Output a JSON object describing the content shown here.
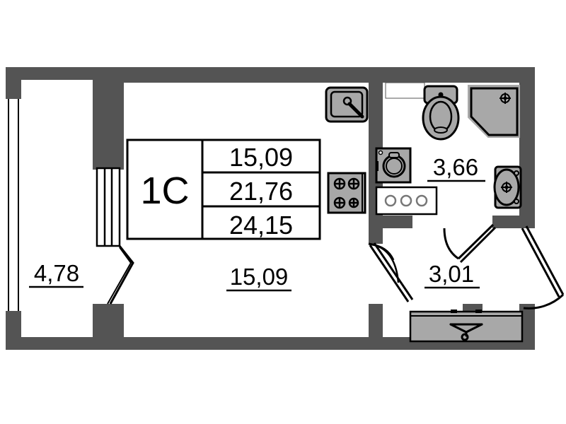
{
  "plan": {
    "apartment_type": "1C",
    "summary_table": {
      "rows": [
        {
          "value": "15,09"
        },
        {
          "value": "21,76"
        },
        {
          "value": "24,15"
        }
      ]
    },
    "rooms": [
      {
        "name": "balcony",
        "area_label": "4,78"
      },
      {
        "name": "living-room",
        "area_label": "15,09"
      },
      {
        "name": "bathroom",
        "area_label": "3,66"
      },
      {
        "name": "hallway",
        "area_label": "3,01"
      }
    ],
    "fixtures": [
      {
        "name": "kitchen-sink-icon"
      },
      {
        "name": "cooktop-icon"
      },
      {
        "name": "washing-machine-icon"
      },
      {
        "name": "kitchen-counter-icon"
      },
      {
        "name": "toilet-icon"
      },
      {
        "name": "shower-cabin-icon"
      },
      {
        "name": "washbasin-icon"
      },
      {
        "name": "wardrobe-icon"
      },
      {
        "name": "clothes-hanger-icon"
      },
      {
        "name": "wall-niche-icon"
      }
    ],
    "colors": {
      "wall": "#545454",
      "fixture_fill": "#a8a8a8",
      "outline": "#000000",
      "background": "#ffffff"
    }
  }
}
